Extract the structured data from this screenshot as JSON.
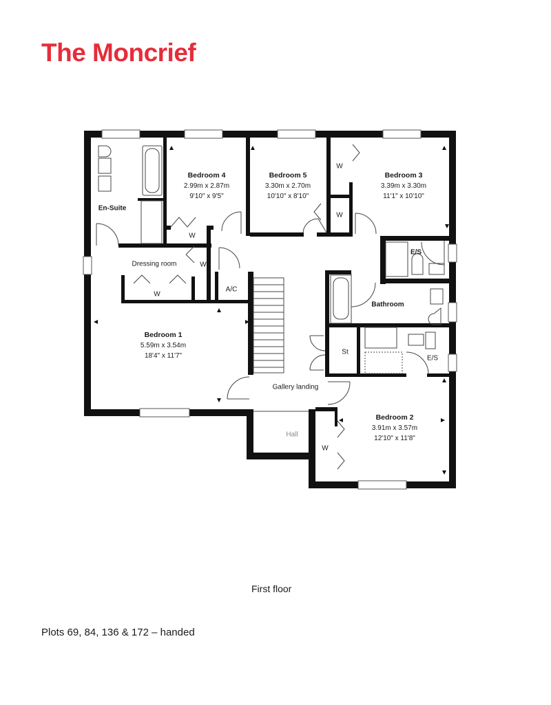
{
  "title": "The Moncrief",
  "accent_color": "#e52d3a",
  "rooms": {
    "bedroom4": {
      "name": "Bedroom 4",
      "metric": "2.99m x 2.87m",
      "imperial": "9'10\" x 9'5\""
    },
    "bedroom5": {
      "name": "Bedroom 5",
      "metric": "3.30m x 2.70m",
      "imperial": "10'10\" x 8'10\""
    },
    "bedroom3": {
      "name": "Bedroom 3",
      "metric": "3.39m x 3.30m",
      "imperial": "11'1\" x 10'10\""
    },
    "bedroom1": {
      "name": "Bedroom 1",
      "metric": "5.59m x 3.54m",
      "imperial": "18'4\" x 11'7\""
    },
    "bedroom2": {
      "name": "Bedroom 2",
      "metric": "3.91m x 3.57m",
      "imperial": "12'10\" x 11'8\""
    }
  },
  "small_labels": {
    "en_suite": "En-Suite",
    "dressing_room": "Dressing room",
    "ac": "A/C",
    "bathroom": "Bathroom",
    "es_upper": "E/S",
    "es_lower": "E/S",
    "store": "St",
    "gallery_landing": "Gallery landing",
    "hall": "Hall",
    "wardrobe": "W"
  },
  "floor_label": "First floor",
  "plots_note": "Plots 69, 84, 136 & 172 – handed"
}
